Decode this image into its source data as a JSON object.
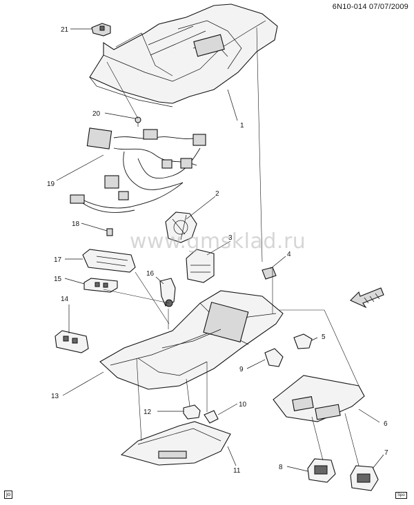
{
  "header": {
    "code": "6N10-014 07/07/2009"
  },
  "watermark": "www.gmsklad.ru",
  "corner_tags": {
    "left": "jo",
    "right": "Spo"
  },
  "callouts": [
    "1",
    "2",
    "3",
    "4",
    "5",
    "6",
    "7",
    "8",
    "9",
    "10",
    "11",
    "12",
    "13",
    "14",
    "15",
    "16",
    "17",
    "18",
    "19",
    "20",
    "21"
  ],
  "colors": {
    "line": "#111111",
    "fill": "#f3f3f3",
    "shade": "#d9d9d9",
    "watermark": "#b4b4b4"
  }
}
